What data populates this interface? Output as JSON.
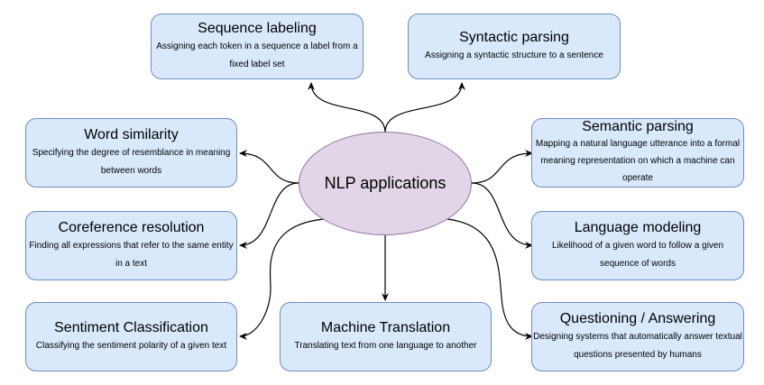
{
  "diagram": {
    "center": {
      "label": "NLP applications"
    },
    "colors": {
      "box_fill": "#dae8fc",
      "box_border": "#6c8ebf",
      "center_fill": "#e1d5e7",
      "center_border": "#9673a6",
      "edge": "#000000"
    },
    "nodes": [
      {
        "id": "sequence-labeling",
        "title": "Sequence labeling",
        "desc": "Assigning each token in a sequence a label from a fixed label set"
      },
      {
        "id": "syntactic-parsing",
        "title": "Syntactic parsing",
        "desc": "Assigning a syntactic structure to a sentence"
      },
      {
        "id": "word-similarity",
        "title": "Word similarity",
        "desc": "Specifying the degree of resemblance in meaning between words"
      },
      {
        "id": "semantic-parsing",
        "title": "Semantic parsing",
        "desc": "Mapping a natural language utterance into a formal meaning representation on which a machine can operate"
      },
      {
        "id": "coreference-resolution",
        "title": "Coreference resolution",
        "desc": "Finding all expressions that refer to the same entity in a text"
      },
      {
        "id": "language-modeling",
        "title": "Language modeling",
        "desc": "Likelihood of a given word to follow a given sequence of words"
      },
      {
        "id": "sentiment-classification",
        "title": "Sentiment Classification",
        "desc": "Classifying the sentiment polarity of a given text"
      },
      {
        "id": "machine-translation",
        "title": "Machine Translation",
        "desc": "Translating text from one language to another"
      },
      {
        "id": "questioning-answering",
        "title": "Questioning / Answering",
        "desc": "Designing systems that automatically answer textual questions presented by humans"
      }
    ],
    "edges": [
      {
        "from": "center",
        "to": "sequence-labeling"
      },
      {
        "from": "center",
        "to": "syntactic-parsing"
      },
      {
        "from": "center",
        "to": "word-similarity"
      },
      {
        "from": "center",
        "to": "semantic-parsing"
      },
      {
        "from": "center",
        "to": "coreference-resolution"
      },
      {
        "from": "center",
        "to": "language-modeling"
      },
      {
        "from": "center",
        "to": "sentiment-classification"
      },
      {
        "from": "center",
        "to": "machine-translation"
      },
      {
        "from": "center",
        "to": "questioning-answering"
      }
    ]
  }
}
